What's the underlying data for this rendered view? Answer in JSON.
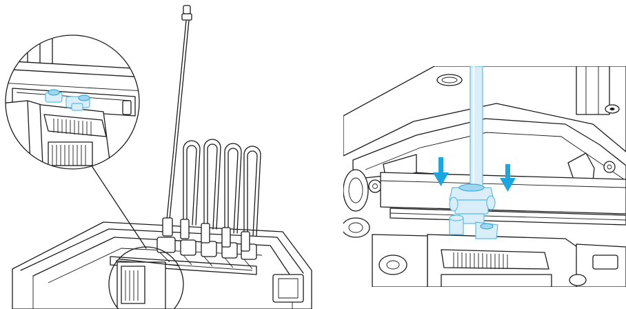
{
  "figure": {
    "left_panel": {
      "view": "printer-top-with-filament-tubes",
      "callout": "magnified-toolhead-connector",
      "highlight_color": "#5bbde6",
      "tube_loops": 4
    },
    "right_panel": {
      "view": "toolhead-closeup",
      "arrows": 2,
      "arrow_color": "#1aa6e0",
      "arrow_direction": "down",
      "tube_color": "#5bbde6"
    }
  }
}
